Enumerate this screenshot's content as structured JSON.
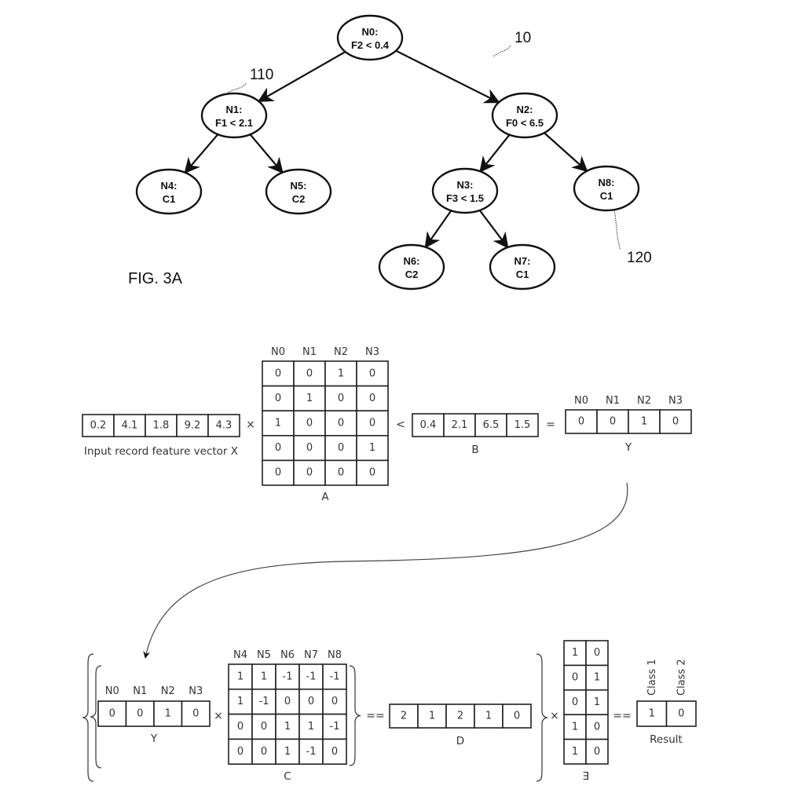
{
  "figure_label": "FIG. 3A",
  "tree": {
    "ref_tree": "10",
    "ref_internal_node": "110",
    "ref_leaf_node": "120",
    "nodes": [
      {
        "id": "N0",
        "line1": "N0:",
        "line2": "F2 < 0.4",
        "type": "internal"
      },
      {
        "id": "N1",
        "line1": "N1:",
        "line2": "F1 < 2.1",
        "type": "internal"
      },
      {
        "id": "N2",
        "line1": "N2:",
        "line2": "F0 < 6.5",
        "type": "internal"
      },
      {
        "id": "N3",
        "line1": "N3:",
        "line2": "F3 < 1.5",
        "type": "internal"
      },
      {
        "id": "N4",
        "line1": "N4:",
        "line2": "C1",
        "type": "leaf"
      },
      {
        "id": "N5",
        "line1": "N5:",
        "line2": "C2",
        "type": "leaf"
      },
      {
        "id": "N6",
        "line1": "N6:",
        "line2": "C2",
        "type": "leaf"
      },
      {
        "id": "N7",
        "line1": "N7:",
        "line2": "C1",
        "type": "leaf"
      },
      {
        "id": "N8",
        "line1": "N8:",
        "line2": "C1",
        "type": "leaf"
      }
    ],
    "edges": [
      [
        "N0",
        "N1"
      ],
      [
        "N0",
        "N2"
      ],
      [
        "N1",
        "N4"
      ],
      [
        "N1",
        "N5"
      ],
      [
        "N2",
        "N3"
      ],
      [
        "N2",
        "N8"
      ],
      [
        "N3",
        "N6"
      ],
      [
        "N3",
        "N7"
      ]
    ]
  },
  "equation1": {
    "x_vector": {
      "values": [
        "0.2",
        "4.1",
        "1.8",
        "9.2",
        "4.3"
      ],
      "caption": "Input record feature vector X"
    },
    "op_multiply": "×",
    "matrix_a": {
      "caption": "A",
      "col_headers": [
        "N0",
        "N1",
        "N2",
        "N3"
      ],
      "rows": [
        [
          "0",
          "0",
          "1",
          "0"
        ],
        [
          "0",
          "1",
          "0",
          "0"
        ],
        [
          "1",
          "0",
          "0",
          "0"
        ],
        [
          "0",
          "0",
          "0",
          "1"
        ],
        [
          "0",
          "0",
          "0",
          "0"
        ]
      ]
    },
    "op_less": "<",
    "b_vector": {
      "values": [
        "0.4",
        "2.1",
        "6.5",
        "1.5"
      ],
      "caption": "B"
    },
    "op_equals": "=",
    "y_vector": {
      "values": [
        "0",
        "0",
        "1",
        "0"
      ],
      "col_headers": [
        "N0",
        "N1",
        "N2",
        "N3"
      ],
      "caption": "Y"
    }
  },
  "equation2": {
    "y_vector": {
      "values": [
        "0",
        "0",
        "1",
        "0"
      ],
      "col_headers": [
        "N0",
        "N1",
        "N2",
        "N3"
      ],
      "caption": "Y"
    },
    "op_multiply": "×",
    "matrix_c": {
      "caption": "C",
      "col_headers": [
        "N4",
        "N5",
        "N6",
        "N7",
        "N8"
      ],
      "rows": [
        [
          "1",
          "1",
          "-1",
          "-1",
          "-1"
        ],
        [
          "1",
          "-1",
          "0",
          "0",
          "0"
        ],
        [
          "0",
          "0",
          "1",
          "1",
          "-1"
        ],
        [
          "0",
          "0",
          "1",
          "-1",
          "0"
        ]
      ]
    },
    "op_eqeq": "==",
    "d_vector": {
      "values": [
        "2",
        "1",
        "2",
        "1",
        "0"
      ],
      "caption": "D"
    },
    "op_multiply2": "×",
    "matrix_e": {
      "caption": "E",
      "rows": [
        [
          "1",
          "0"
        ],
        [
          "0",
          "1"
        ],
        [
          "0",
          "1"
        ],
        [
          "1",
          "0"
        ],
        [
          "1",
          "0"
        ]
      ]
    },
    "op_eqeq2": "==",
    "result": {
      "values": [
        "1",
        "0"
      ],
      "col_headers": [
        "Class 1",
        "Class 2"
      ],
      "caption": "Result"
    }
  }
}
